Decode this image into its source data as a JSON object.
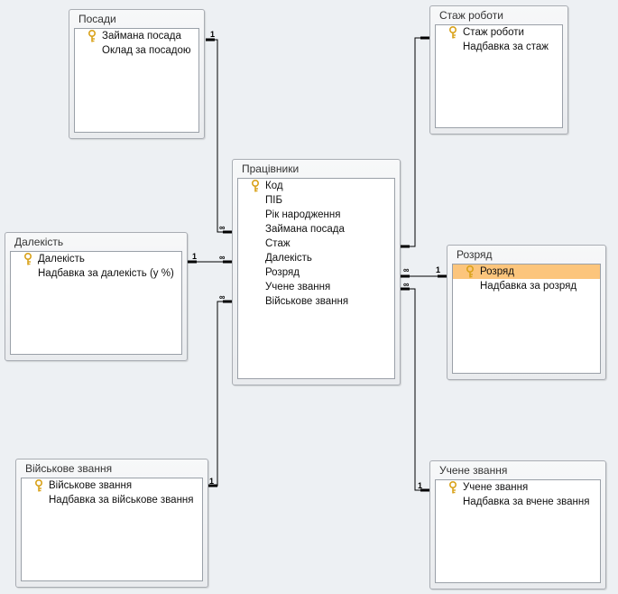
{
  "tables": [
    {
      "name": "posady",
      "title": "Посади",
      "fields": [
        {
          "name": "Займана посада",
          "key": true
        },
        {
          "name": "Оклад за посадою",
          "key": false
        }
      ]
    },
    {
      "name": "stazh-roboty",
      "title": "Стаж роботи",
      "fields": [
        {
          "name": "Стаж роботи",
          "key": true
        },
        {
          "name": "Надбавка за стаж",
          "key": false
        }
      ]
    },
    {
      "name": "pratsivnyky",
      "title": "Працівники",
      "fields": [
        {
          "name": "Код",
          "key": true
        },
        {
          "name": "ПІБ",
          "key": false
        },
        {
          "name": "Рік народження",
          "key": false
        },
        {
          "name": "Займана посада",
          "key": false
        },
        {
          "name": "Стаж",
          "key": false
        },
        {
          "name": "Далекість",
          "key": false
        },
        {
          "name": "Розряд",
          "key": false
        },
        {
          "name": "Учене звання",
          "key": false
        },
        {
          "name": "Військове звання",
          "key": false
        }
      ]
    },
    {
      "name": "dalekist",
      "title": "Далекість",
      "fields": [
        {
          "name": "Далекість",
          "key": true
        },
        {
          "name": "Надбавка за далекість (у %)",
          "key": false
        }
      ]
    },
    {
      "name": "rozriad",
      "title": "Розряд",
      "selected_field": 0,
      "fields": [
        {
          "name": "Розряд",
          "key": true
        },
        {
          "name": "Надбавка за розряд",
          "key": false
        }
      ]
    },
    {
      "name": "viiskove-zvannia",
      "title": "Військове звання",
      "fields": [
        {
          "name": "Військове звання",
          "key": true
        },
        {
          "name": "Надбавка за військове звання",
          "key": false
        }
      ]
    },
    {
      "name": "uchene-zvannia",
      "title": "Учене звання",
      "fields": [
        {
          "name": "Учене звання",
          "key": true
        },
        {
          "name": "Надбавка за вчене звання",
          "key": false
        }
      ]
    }
  ],
  "relationships": [
    {
      "from": "posady",
      "to": "pratsivnyky",
      "one": "1",
      "many": "∞"
    },
    {
      "from": "stazh-roboty",
      "to": "pratsivnyky",
      "one": "",
      "many": ""
    },
    {
      "from": "dalekist",
      "to": "pratsivnyky",
      "one": "1",
      "many": "∞"
    },
    {
      "from": "viiskove-zvannia",
      "to": "pratsivnyky",
      "one": "1",
      "many": "∞"
    },
    {
      "from": "rozriad",
      "to": "pratsivnyky",
      "one": "1",
      "many": "∞"
    },
    {
      "from": "uchene-zvannia",
      "to": "pratsivnyky",
      "one": "1",
      "many": "∞"
    }
  ],
  "colors": {
    "selection": "#fcc57c",
    "key_icon": "#d9a21a",
    "line": "#000000"
  }
}
